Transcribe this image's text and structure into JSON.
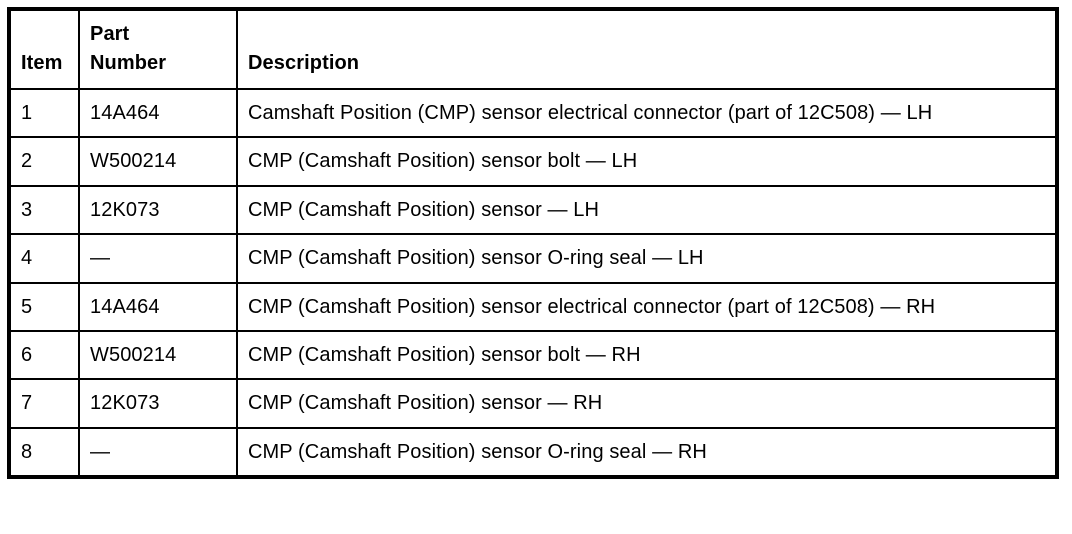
{
  "table": {
    "columns": [
      {
        "key": "item",
        "label": "Item",
        "label_lines": [
          "Item"
        ]
      },
      {
        "key": "part_number",
        "label": "Part Number",
        "label_lines": [
          "Part",
          "Number"
        ]
      },
      {
        "key": "description",
        "label": "Description",
        "label_lines": [
          "Description"
        ]
      }
    ],
    "rows": [
      {
        "item": "1",
        "part_number": "14A464",
        "description": "Camshaft Position (CMP) sensor electrical connector (part of 12C508) — LH"
      },
      {
        "item": "2",
        "part_number": "W500214",
        "description": "CMP (Camshaft Position) sensor bolt — LH"
      },
      {
        "item": "3",
        "part_number": "12K073",
        "description": "CMP (Camshaft Position) sensor — LH"
      },
      {
        "item": "4",
        "part_number": "—",
        "description": "CMP (Camshaft Position) sensor O-ring seal — LH"
      },
      {
        "item": "5",
        "part_number": "14A464",
        "description": "CMP (Camshaft Position) sensor electrical connector (part of 12C508) — RH"
      },
      {
        "item": "6",
        "part_number": "W500214",
        "description": "CMP (Camshaft Position) sensor bolt — RH"
      },
      {
        "item": "7",
        "part_number": "12K073",
        "description": "CMP (Camshaft Position) sensor — RH"
      },
      {
        "item": "8",
        "part_number": "—",
        "description": "CMP (Camshaft Position) sensor O-ring seal — RH"
      }
    ]
  },
  "style": {
    "text_color": "#000000",
    "background_color": "#ffffff",
    "border_color": "#000000"
  }
}
